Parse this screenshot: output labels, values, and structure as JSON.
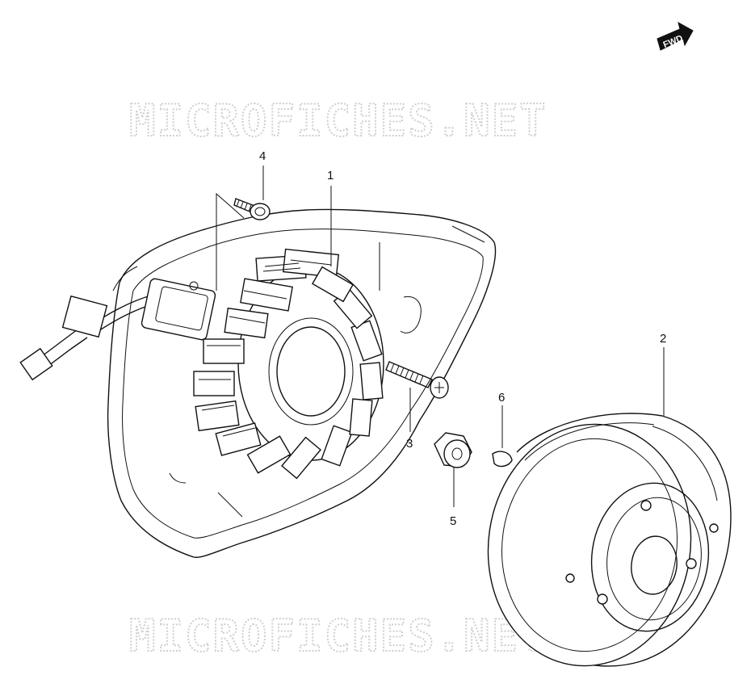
{
  "watermark": {
    "text": "MICROFICHES.NET"
  },
  "direction_arrow": {
    "label": "FWD"
  },
  "callouts": [
    {
      "number": "1",
      "part": "stator"
    },
    {
      "number": "2",
      "part": "rotor"
    },
    {
      "number": "3",
      "part": "screw"
    },
    {
      "number": "4",
      "part": "bolt"
    },
    {
      "number": "5",
      "part": "nut"
    },
    {
      "number": "6",
      "part": "key"
    }
  ],
  "colors": {
    "line": "#111111",
    "watermark": "#cfcfcf",
    "background": "#ffffff"
  }
}
